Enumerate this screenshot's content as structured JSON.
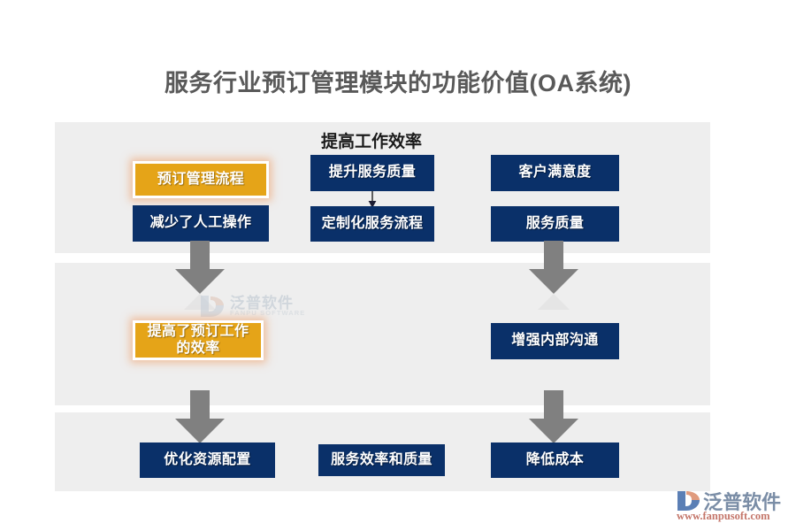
{
  "page": {
    "title": "服务行业预订管理模块的功能价值(OA系统)",
    "background": "#ffffff",
    "band_color": "#eeeeee",
    "navy": "#0a3069",
    "orange": "#e5a418",
    "arrow_gray": "#808080"
  },
  "headings": {
    "middle_column": "提高工作效率"
  },
  "row1": {
    "col1_box1": "预订管理流程",
    "col1_box2": "减少了人工操作",
    "col2_box1": "提升服务质量",
    "col2_box2": "定制化服务流程",
    "col3_box1": "客户满意度",
    "col3_box2": "服务质量"
  },
  "row2": {
    "col1_box": "提高了预订工作\n的效率",
    "col1_box_line1": "提高了预订工作",
    "col1_box_line2": "的效率",
    "col3_box": "增强内部沟通"
  },
  "row3": {
    "col1_box": "优化资源配置",
    "col2_box": "服务效率和质量",
    "col3_box": "降低成本"
  },
  "watermark": {
    "name": "泛普软件",
    "subtitle": "FANPU SOFTWARE"
  },
  "brand": {
    "name": "泛普软件",
    "url": "www.fanpusoft.com"
  },
  "icons": {
    "down_arrow": "down-arrow-icon",
    "connector_arrow": "connector-arrow-icon",
    "logo_swoosh": "logo-swoosh-icon"
  }
}
